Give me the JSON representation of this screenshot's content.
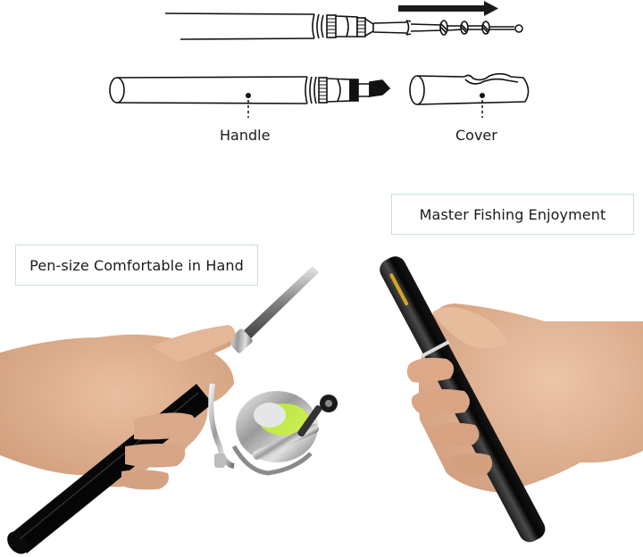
{
  "diagram": {
    "handle_label": "Handle",
    "cover_label": "Cover",
    "arrow_direction": "right"
  },
  "photos": {
    "left": {
      "caption": "Pen-size Comfortable in Hand",
      "subject": "hand holding telescopic pen fishing rod with spinning reel"
    },
    "right": {
      "caption": "Master Fishing Enjoyment",
      "subject": "hand holding closed pen-style fishing rod with gold clip"
    }
  },
  "colors": {
    "box_border": "#c9dfe4",
    "text": "#1a1a1a",
    "rod_black": "#0d0d0d",
    "skin": "#e2b394",
    "reel_silver": "#c8c8c8",
    "line_green": "#c7f23a",
    "clip_gold": "#d4a520"
  }
}
